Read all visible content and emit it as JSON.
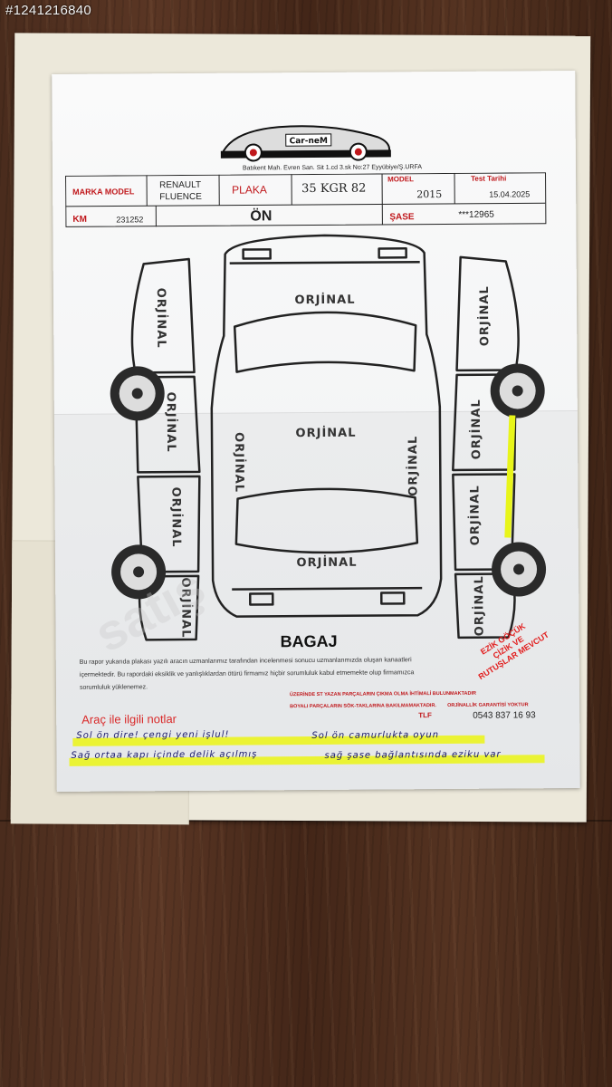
{
  "watermark_id": "#1241216840",
  "company": {
    "logo_text": "Car-neM",
    "address": "Batıkent Mah. Evren San. Sit 1.cd 3.sk No:27 Eyyübiye/Ş.URFA"
  },
  "header": {
    "marka_model_label": "MARKA MODEL",
    "marka_model_value": "RENAULT FLUENCE",
    "plaka_label": "PLAKA",
    "plaka_value": "35 KGR 82",
    "model_label": "MODEL",
    "model_value": "2015",
    "test_tarihi_label": "Test Tarihi",
    "test_tarihi_value": "15.04.2025",
    "km_label": "KM",
    "km_value": "231252",
    "on_label": "ÖN",
    "sase_label": "ŞASE",
    "sase_value": "***12965"
  },
  "diagram": {
    "part_label": "ORJİNAL",
    "rear_label": "BAGAJ"
  },
  "disclaimer": {
    "text": "Bu rapor yukarıda plakası yazılı aracın uzmanlarımız tarafından incelenmesi sonucu uzmanlarımızda oluşan kanaatleri içermektedir. Bu rapordaki eksiklik ve yanlışlıklardan ötürü firmamız hiçbir sorumluluk kabul etmemekte olup firmamızca sorumluluk yüklenemez.",
    "warn1": "ÜZERİNDE ST YAZAN PARÇALARIN ÇIKMA OLMA İHTİMALİ BULUNMAKTADIR",
    "warn2": "BOYALI PARÇALARIN SÖK-TAKLARINA BAKILMAMAKTADIR.",
    "warn3": "ORJİNALLİK GARANTİSİ YOKTUR"
  },
  "stamp": {
    "line1": "EZİK GÖÇÜK",
    "line2": "ÇİZİK VE",
    "line3": "RUTUŞLAR MEVCUT"
  },
  "notes": {
    "title": "Araç ile ilgili notlar",
    "tlf_label": "TLF",
    "tlf_value": "0543 837 16 93",
    "line1a": "Sol ön dire! çengi yeni işlul!",
    "line1b": "Sol ön camurlukta oyun",
    "line2a": "Sağ ortaa kapı içinde delik açılmış",
    "line2b": "sağ şase bağlantısında eziku var"
  },
  "colors": {
    "highlight": "#ebf514",
    "stamp_red": "#e21b1b",
    "label_red": "#c0181c"
  }
}
